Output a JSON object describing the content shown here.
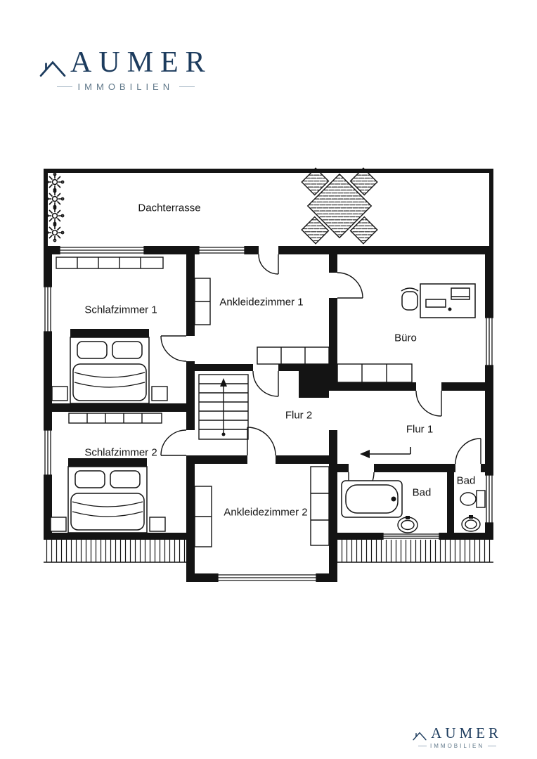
{
  "brand": {
    "name": "AUMER",
    "subtitle": "IMMOBILIEN",
    "color": "#1d3c5e"
  },
  "floorplan": {
    "ink": "#141414",
    "rooms": [
      {
        "label": "Dachterrasse"
      },
      {
        "label": "Schlafzimmer 1"
      },
      {
        "label": "Ankleidezimmer 1"
      },
      {
        "label": "Büro"
      },
      {
        "label": "Schlafzimmer 2"
      },
      {
        "label": "Flur 2"
      },
      {
        "label": "Flur 1"
      },
      {
        "label": "Ankleidezimmer 2"
      },
      {
        "label": "Bad"
      },
      {
        "label": "Bad"
      }
    ],
    "icons": [
      "plant-icon",
      "terrace-table-icon",
      "bed-icon",
      "wardrobe-icon",
      "cabinet-icon",
      "desk-icon",
      "office-chair-icon",
      "stairs-icon",
      "bathtub-icon",
      "sink-icon",
      "toilet-icon",
      "door-arc",
      "window",
      "roof-hatch",
      "entry-arrow"
    ]
  }
}
